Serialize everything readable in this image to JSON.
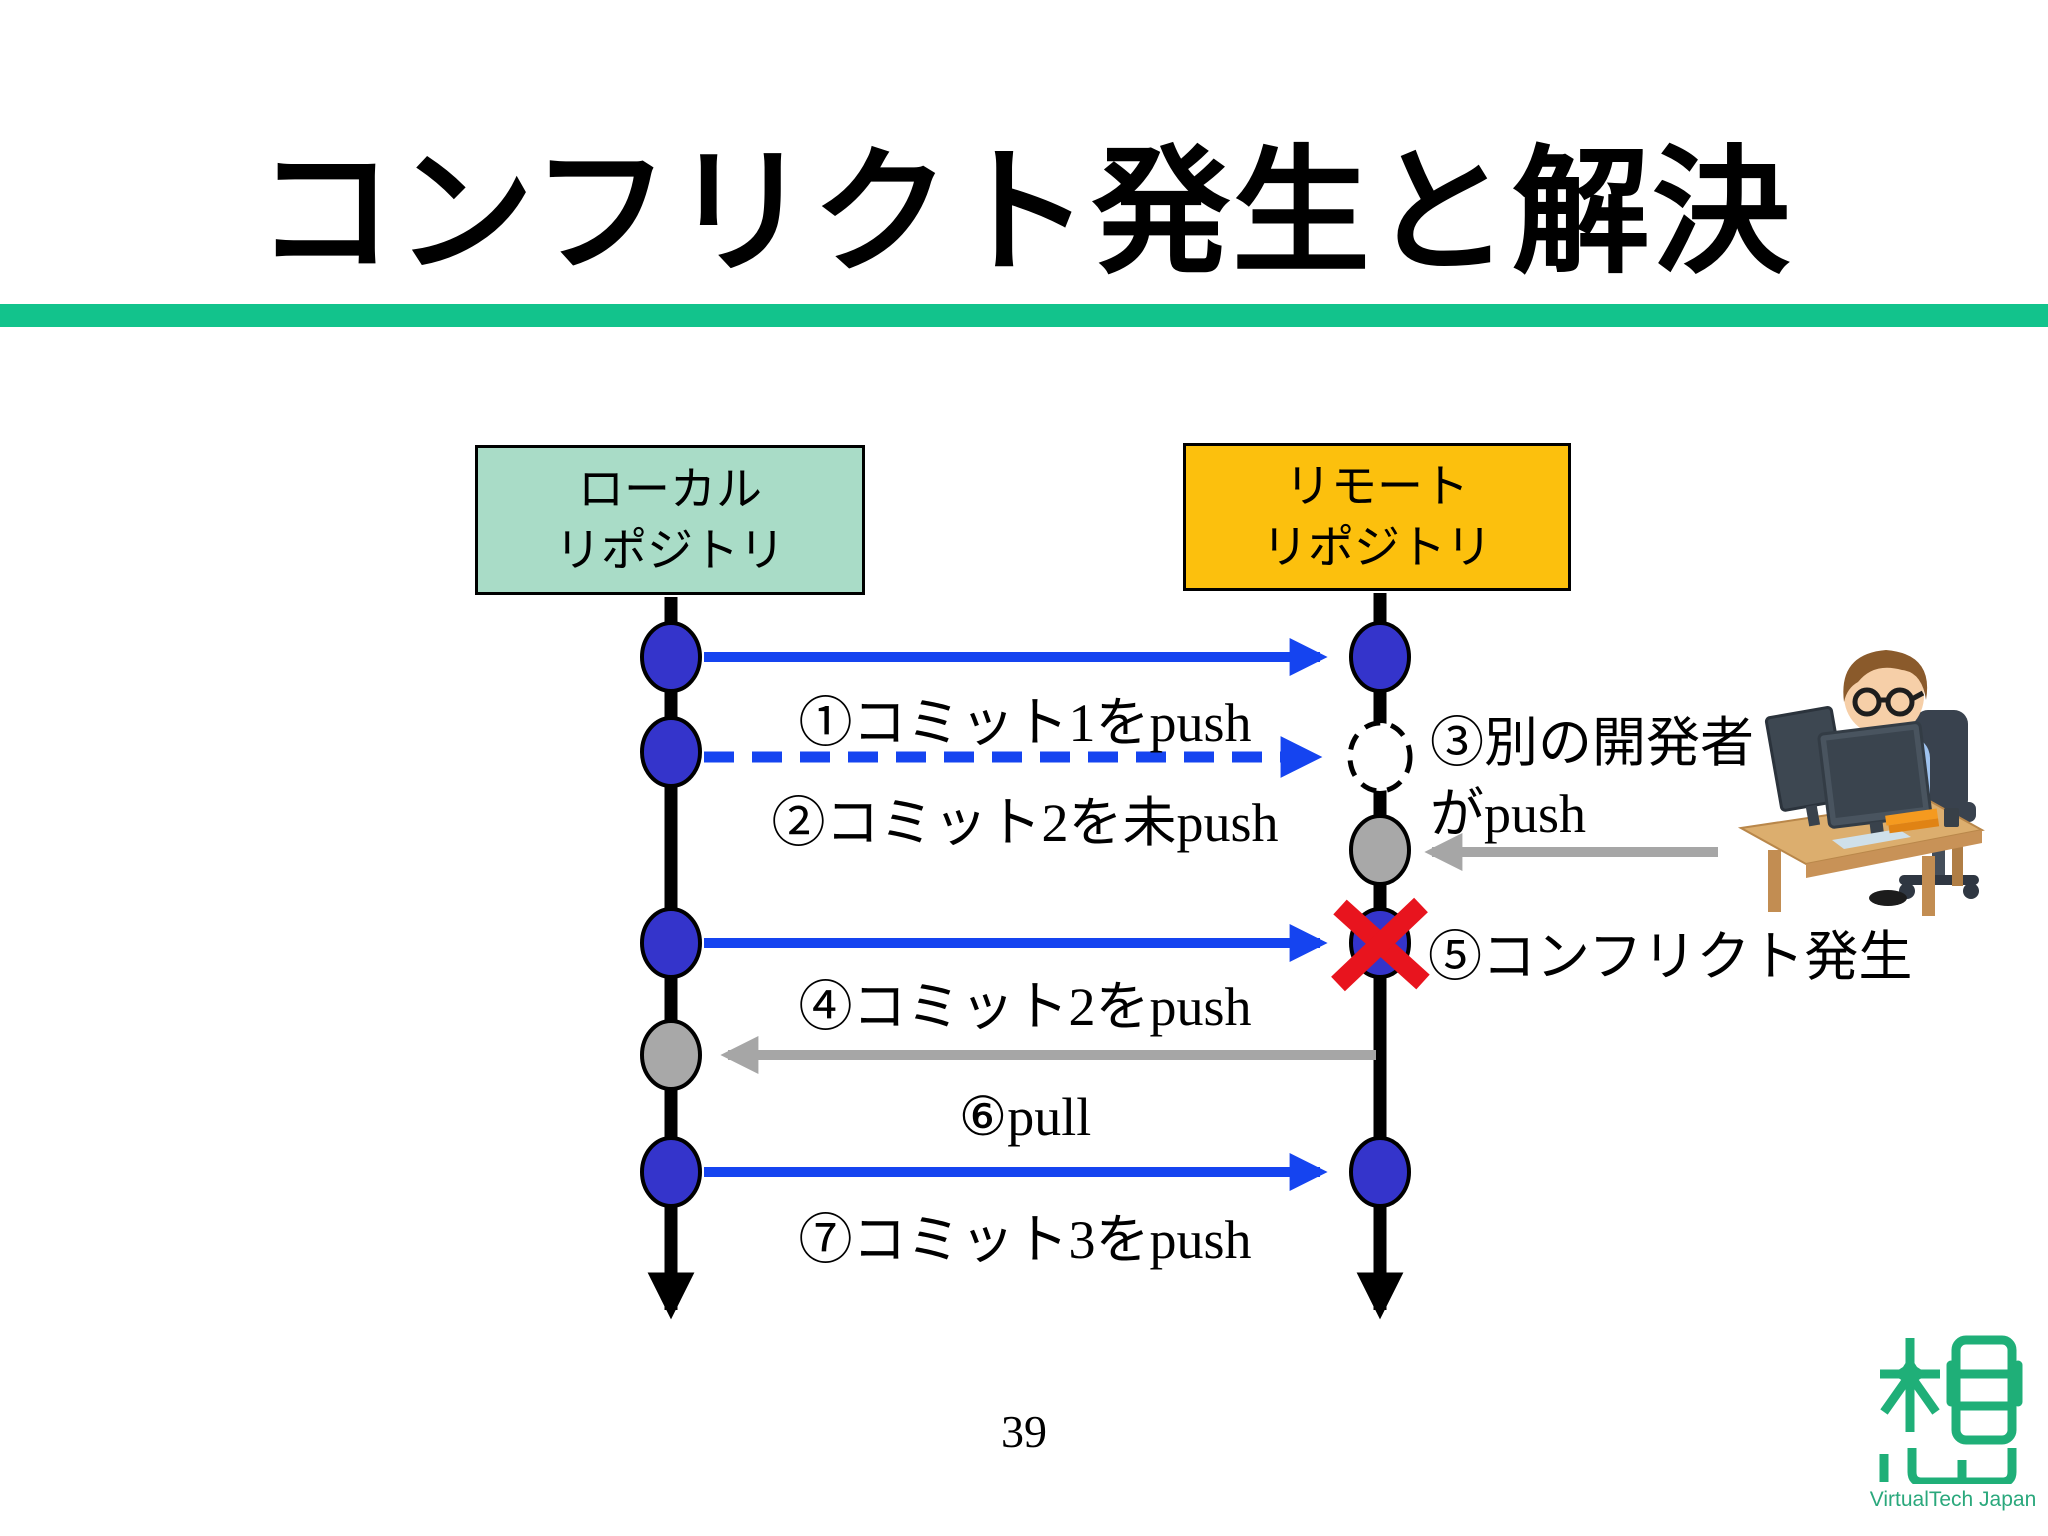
{
  "slide": {
    "title": "コンフリクト発生と解決",
    "page_number": "39"
  },
  "headers": {
    "local": {
      "line1": "ローカル",
      "line2": "リポジトリ"
    },
    "remote": {
      "line1": "リモート",
      "line2": "リポジトリ"
    }
  },
  "steps": {
    "step1": "①コミット1をpush",
    "step2": "②コミット2を未push",
    "step3": "③別の開発者\nがpush",
    "step4": "④コミット2をpush",
    "step5": "⑤コンフリクト発生",
    "step6": "⑥pull",
    "step7": "⑦コミット3をpush"
  },
  "branding": {
    "logo_text": "VirtualTech Japan"
  },
  "icons": {
    "developer": "developer-at-desk-illustration",
    "logo": "virtualtech-japan-kanji-logo"
  },
  "colors": {
    "divider_teal": "#12c38c",
    "local_box_fill": "#a9dcc7",
    "remote_box_fill": "#fcc00d",
    "commit_blue": "#3434cb",
    "arrow_blue": "#1544f0",
    "neutral_gray": "#a6a6a6",
    "commit_gray": "#a8a8a8",
    "conflict_red": "#e8141e",
    "timeline_black": "#000000",
    "logo_green": "#1faf78"
  }
}
